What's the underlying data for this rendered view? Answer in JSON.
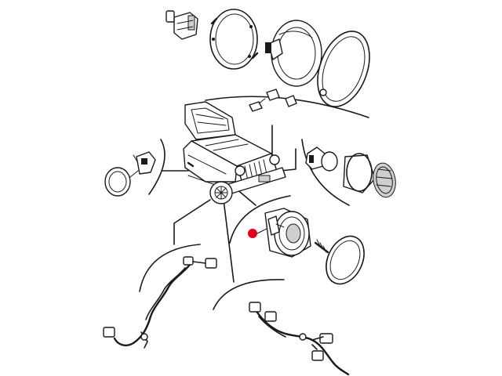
{
  "diagram": {
    "highlight_color": "#e4001b",
    "line_color": "#1a1a1a",
    "background": "#ffffff",
    "parts": [
      "headlamp-bulb-socket",
      "headlamp-retaining-ring",
      "headlamp-bulb",
      "headlamp-sealed-beam",
      "headlamp-bezel",
      "park-turn-bulb",
      "park-turn-lamp",
      "side-marker-lamp",
      "fog-lamp-housing",
      "fog-lamp-lens",
      "fog-lamp-wiring-harness",
      "headlamp-wiring-harness",
      "vehicle-front"
    ],
    "highlighted_part": "fog-lamp-housing"
  }
}
